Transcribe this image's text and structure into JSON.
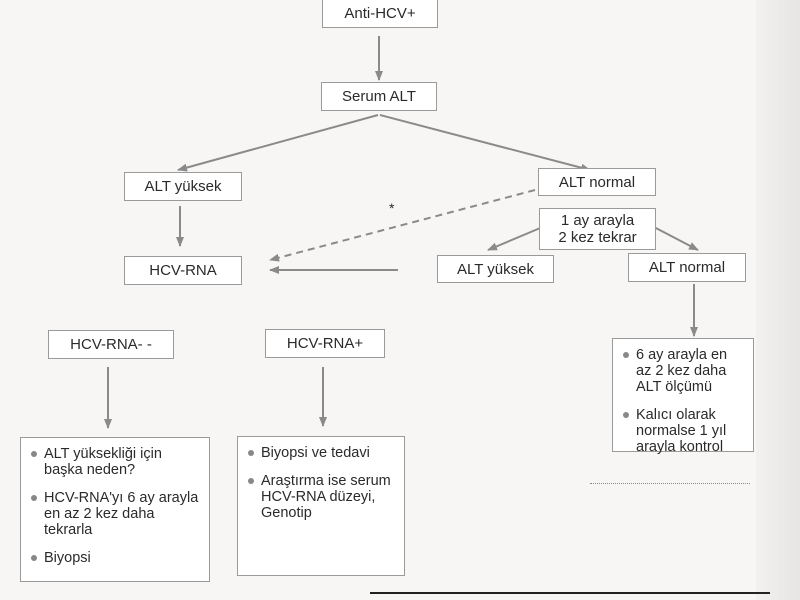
{
  "nodes": {
    "anti_hcv": "Anti-HCV+",
    "serum_alt": "Serum ALT",
    "alt_high_left": "ALT yüksek",
    "alt_normal_top": "ALT normal",
    "repeat_line1": "1 ay arayla",
    "repeat_line2": "2 kez tekrar",
    "hcv_rna": "HCV-RNA",
    "alt_high_right": "ALT yüksek",
    "alt_normal_right": "ALT normal",
    "hcv_rna_neg": "HCV-RNA- -",
    "hcv_rna_pos": "HCV-RNA+"
  },
  "annotations": {
    "asterisk": "*"
  },
  "lists": {
    "negative": [
      "ALT yüksekliği için başka neden?",
      "HCV-RNA'yı 6 ay arayla en az 2 kez daha tekrarla",
      "Biyopsi"
    ],
    "positive": [
      "Biyopsi ve tedavi",
      "Araştırma ise serum HCV-RNA düzeyi, Genotip"
    ],
    "followup": [
      "6 ay arayla en az 2 kez daha ALT ölçümü",
      "Kalıcı olarak normalse 1 yıl arayla kontrol"
    ]
  }
}
